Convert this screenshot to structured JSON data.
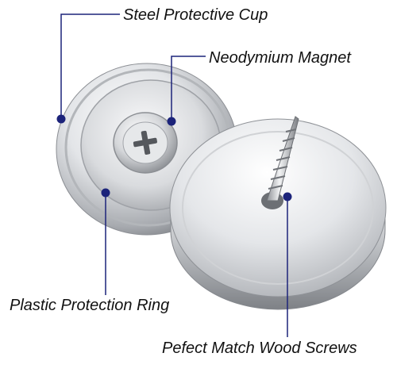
{
  "callouts": {
    "steel_cup": "Steel Protective Cup",
    "neodymium_magnet": "Neodymium Magnet",
    "plastic_ring": "Plastic Protection Ring",
    "wood_screws": "Pefect Match Wood Screws"
  },
  "colors": {
    "leader_line": "#1c237a",
    "leader_dot": "#1c237a",
    "label_text": "#111111",
    "metal_light": "#f4f5f6",
    "metal_mid": "#c7c9cc",
    "metal_dark": "#7d8085",
    "background": "#ffffff"
  }
}
